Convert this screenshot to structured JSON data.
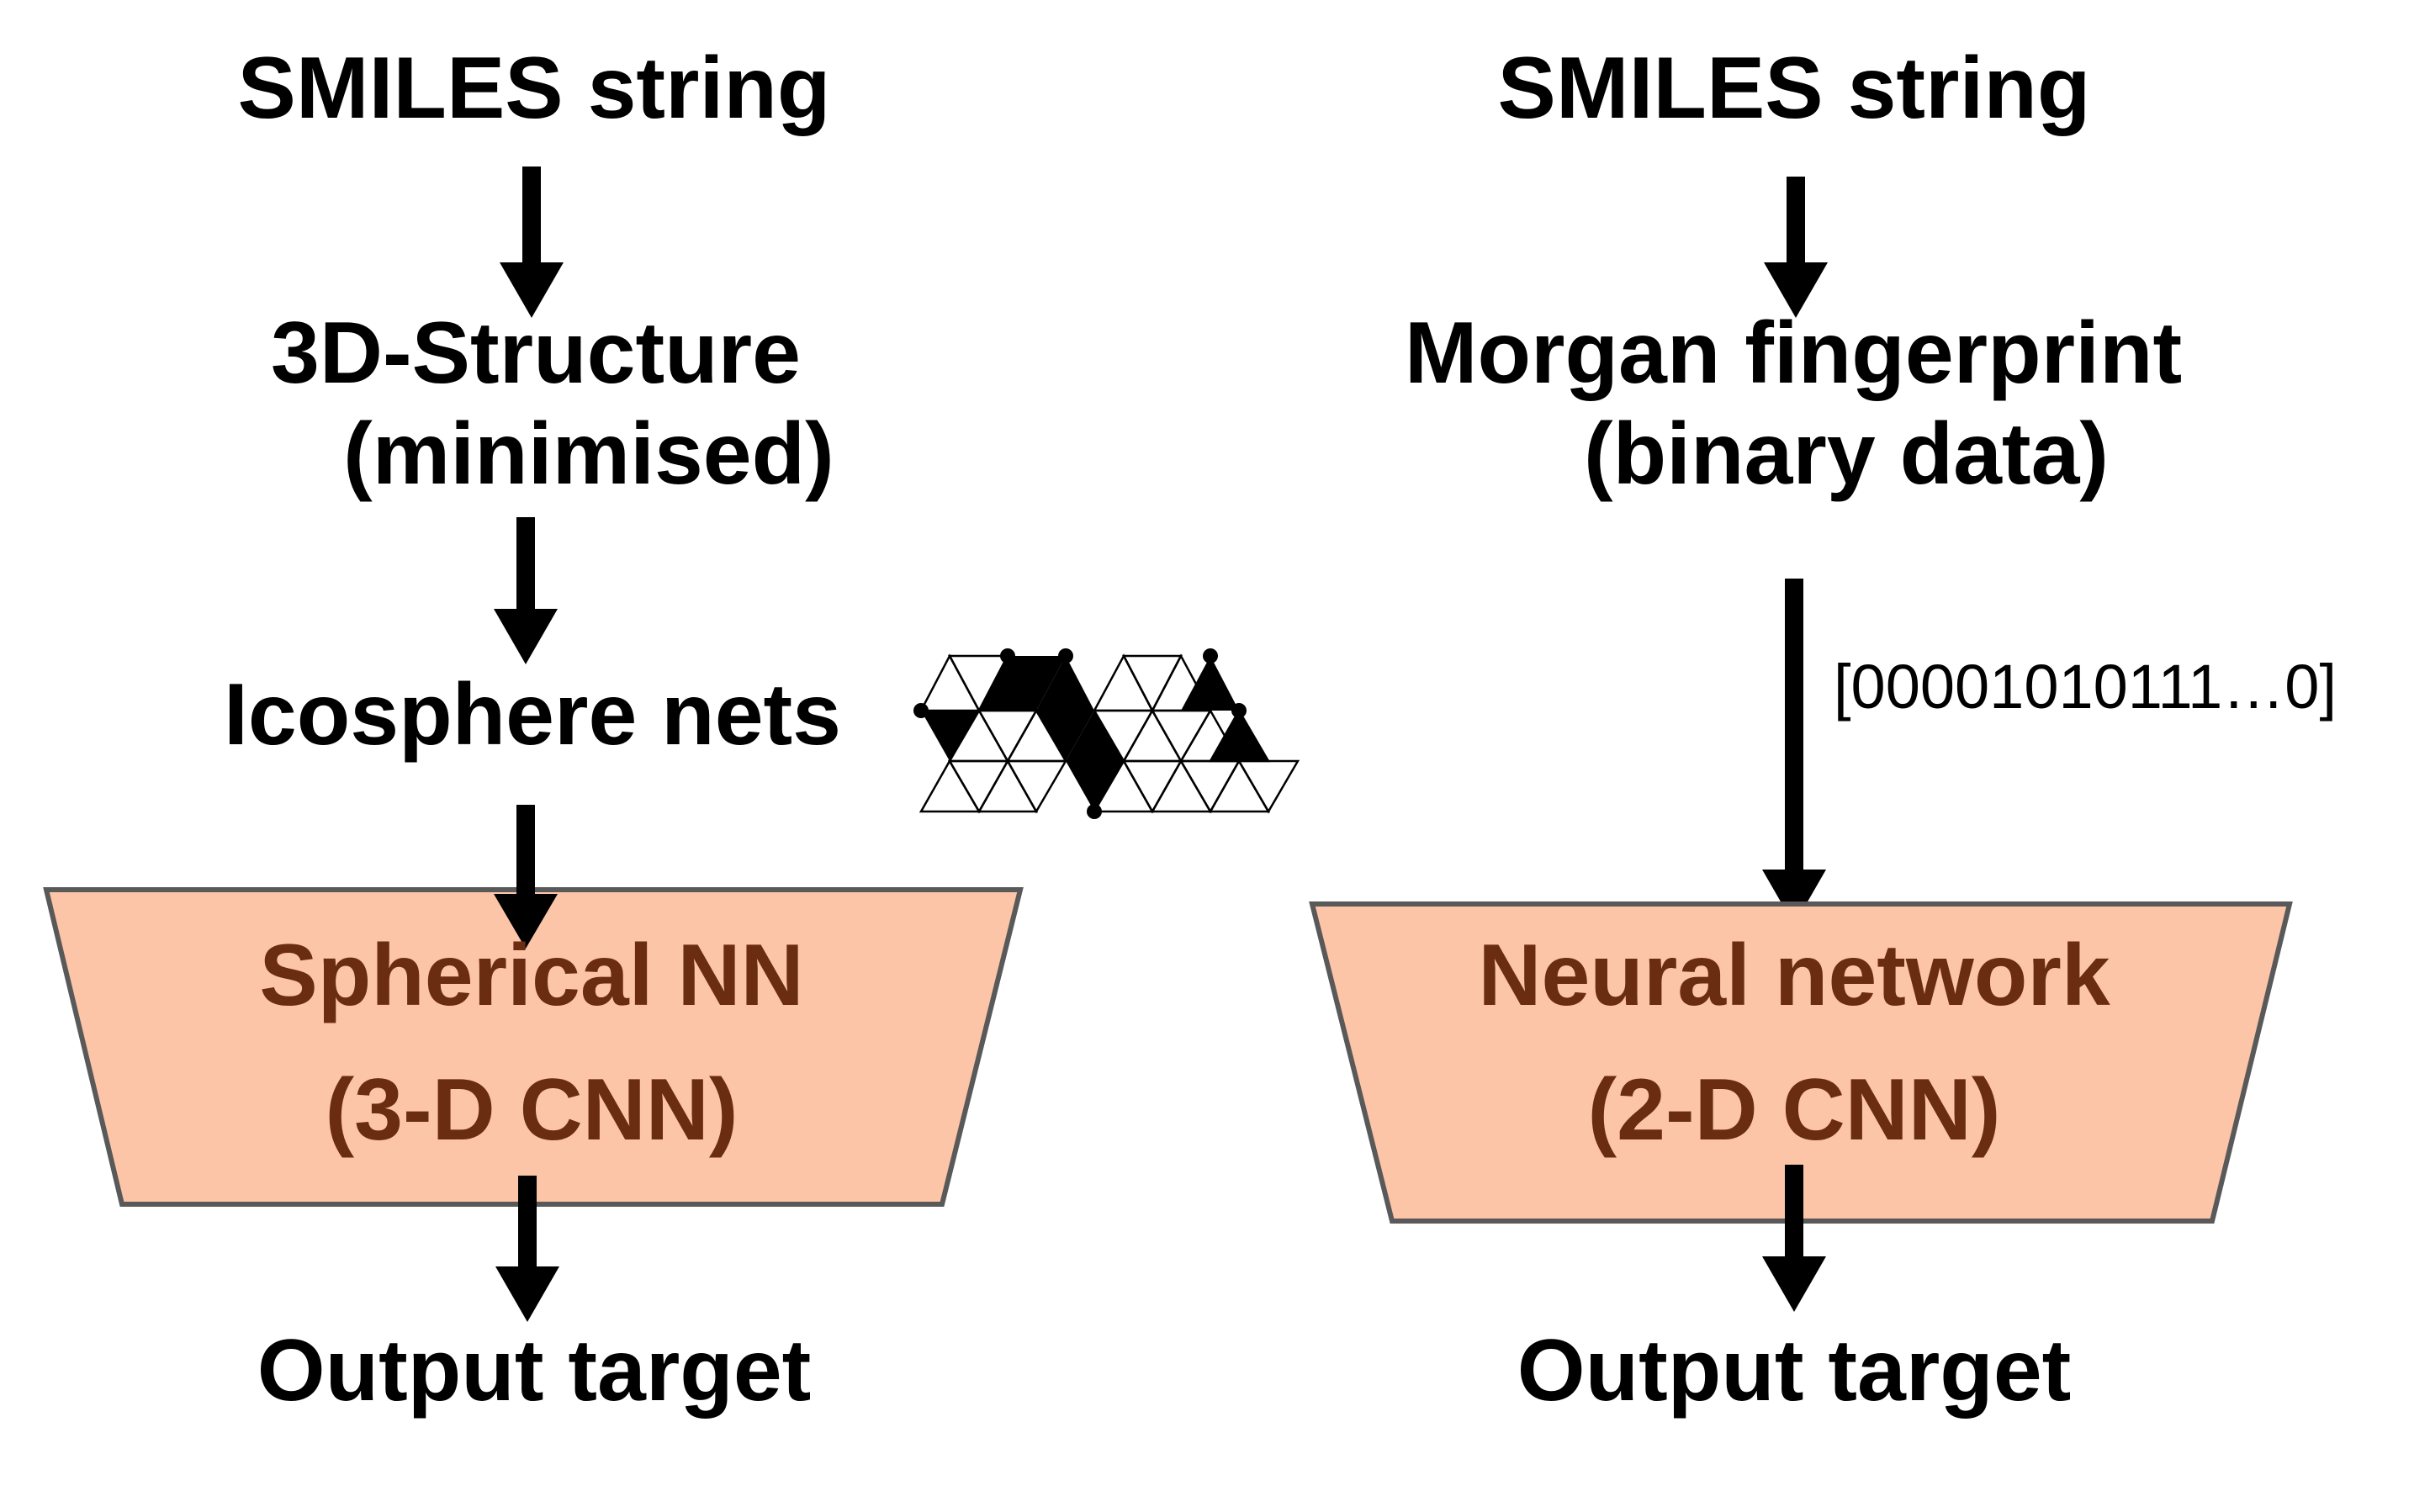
{
  "colors": {
    "box_fill": "#FDC5A8",
    "box_stroke": "#595959",
    "box_text": "#6B2D12",
    "arrow": "#000000",
    "text": "#000000"
  },
  "left": {
    "input_label": "SMILES string",
    "structure_line1": "3D-Structure",
    "structure_line2": "(minimised)",
    "nets_label": "Icosphere nets",
    "nets_icon": "icosphere-net-icon",
    "model_line1": "Spherical NN",
    "model_line2": "(3-D CNN)",
    "output_label": "Output target"
  },
  "right": {
    "input_label": "SMILES string",
    "fingerprint_line1": "Morgan fingerprint",
    "fingerprint_line2": "(binary data)",
    "bit_vector": "[00001010111…0]",
    "model_line1": "Neural network",
    "model_line2": "(2-D CNN)",
    "output_label": "Output target"
  }
}
